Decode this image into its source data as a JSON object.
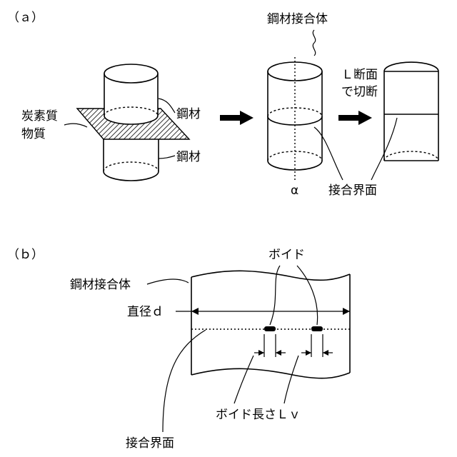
{
  "panel_a": {
    "tag": "（ａ）",
    "carbon_label_line1": "炭素質",
    "carbon_label_line2": "物質",
    "steel_top": "鋼材",
    "steel_bottom": "鋼材",
    "joined_body": "鋼材接合体",
    "cut_label_line1": "Ｌ断面",
    "cut_label_line2": "で切断",
    "axis_label": "α",
    "interface": "接合界面"
  },
  "panel_b": {
    "tag": "（ｂ）",
    "void": "ボイド",
    "joined_body": "鋼材接合体",
    "diameter": "直径ｄ",
    "void_length": "ボイド長さＬｖ",
    "interface": "接合界面"
  }
}
